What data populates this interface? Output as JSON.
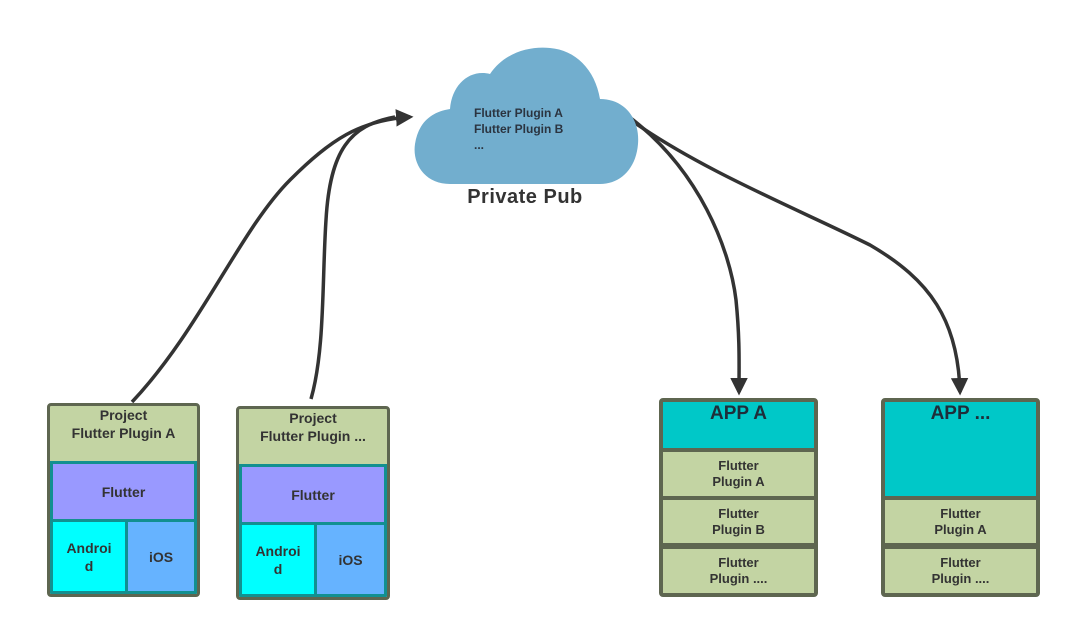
{
  "cloud": {
    "name": "Private Pub",
    "items": [
      "Flutter Plugin A",
      "Flutter Plugin B",
      "..."
    ],
    "color": "#72aece"
  },
  "projects": [
    {
      "title_line1": "Project",
      "title_line2": "Flutter Plugin A",
      "flutter": "Flutter",
      "android_line1": "Androi",
      "android_line2": "d",
      "ios": "iOS"
    },
    {
      "title_line1": "Project",
      "title_line2": "Flutter Plugin ...",
      "flutter": "Flutter",
      "android_line1": "Androi",
      "android_line2": "d",
      "ios": "iOS"
    }
  ],
  "apps": [
    {
      "title": "APP A",
      "plugins": [
        {
          "line1": "Flutter",
          "line2": "Plugin A"
        },
        {
          "line1": "Flutter",
          "line2": "Plugin B"
        },
        {
          "line1": "Flutter",
          "line2": "Plugin ...."
        }
      ]
    },
    {
      "title": "APP ...",
      "plugins": [
        {
          "line1": "Flutter",
          "line2": "Plugin A"
        },
        {
          "line1": "Flutter",
          "line2": "Plugin ...."
        }
      ]
    }
  ],
  "colors": {
    "arrow": "#333333",
    "project_header": "#c3d4a3",
    "flutter_layer": "#9999ff",
    "android_layer": "#00ffff",
    "ios_layer": "#66b3ff",
    "app_header": "#00c8c8",
    "border_dark": "#5e6650",
    "border_teal": "#129090"
  }
}
